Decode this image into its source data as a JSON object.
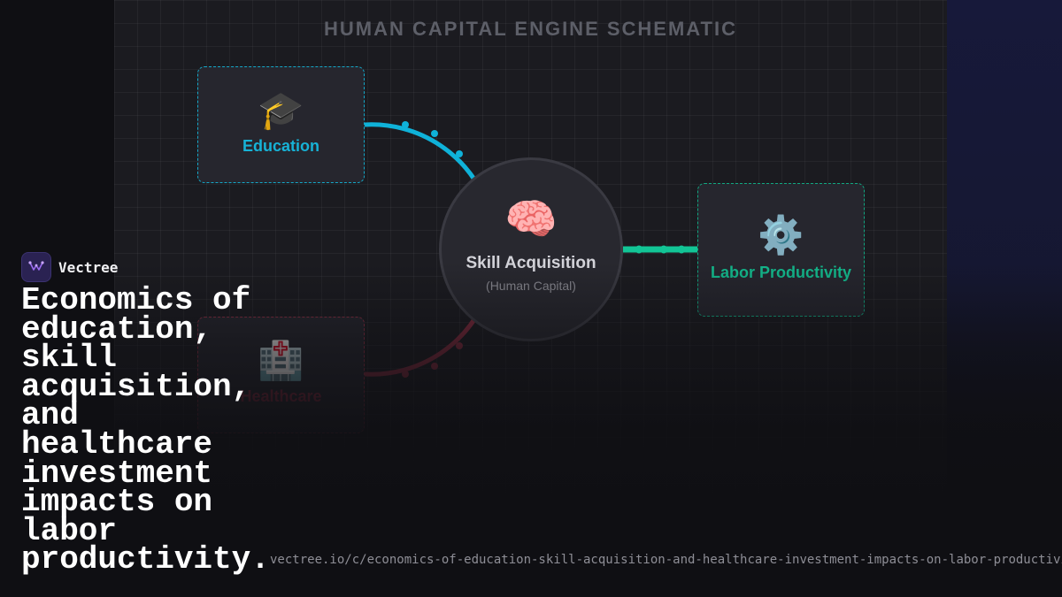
{
  "diagram": {
    "title": "HUMAN CAPITAL ENGINE SCHEMATIC",
    "nodes": {
      "education": {
        "emoji": "🎓",
        "label": "Education",
        "color": "#17b2d6"
      },
      "healthcare": {
        "emoji": "🏥",
        "label": "Healthcare",
        "color": "#8c2a40"
      },
      "labor": {
        "emoji": "⚙️",
        "label": "Labor Productivity",
        "color": "#13b88c"
      }
    },
    "hub": {
      "emoji": "🧠",
      "title": "Skill Acquisition",
      "subtitle": "(Human Capital)"
    },
    "edges": [
      {
        "from": "Education",
        "to": "Skill Acquisition",
        "color": "#0fb2d9"
      },
      {
        "from": "Healthcare",
        "to": "Skill Acquisition",
        "color": "#7e2a3c"
      },
      {
        "from": "Skill Acquisition",
        "to": "Labor Productivity",
        "color": "#12c596"
      }
    ]
  },
  "brand": {
    "name": "Vectree",
    "logo_icon": "vectree-logo-icon",
    "accent": "#9b6cf0"
  },
  "headline": "Economics of education, skill acquisition, and healthcare investment impacts on labor productivity.",
  "url": "vectree.io/c/economics-of-education-skill-acquisition-and-healthcare-investment-impacts-on-labor-productivity"
}
